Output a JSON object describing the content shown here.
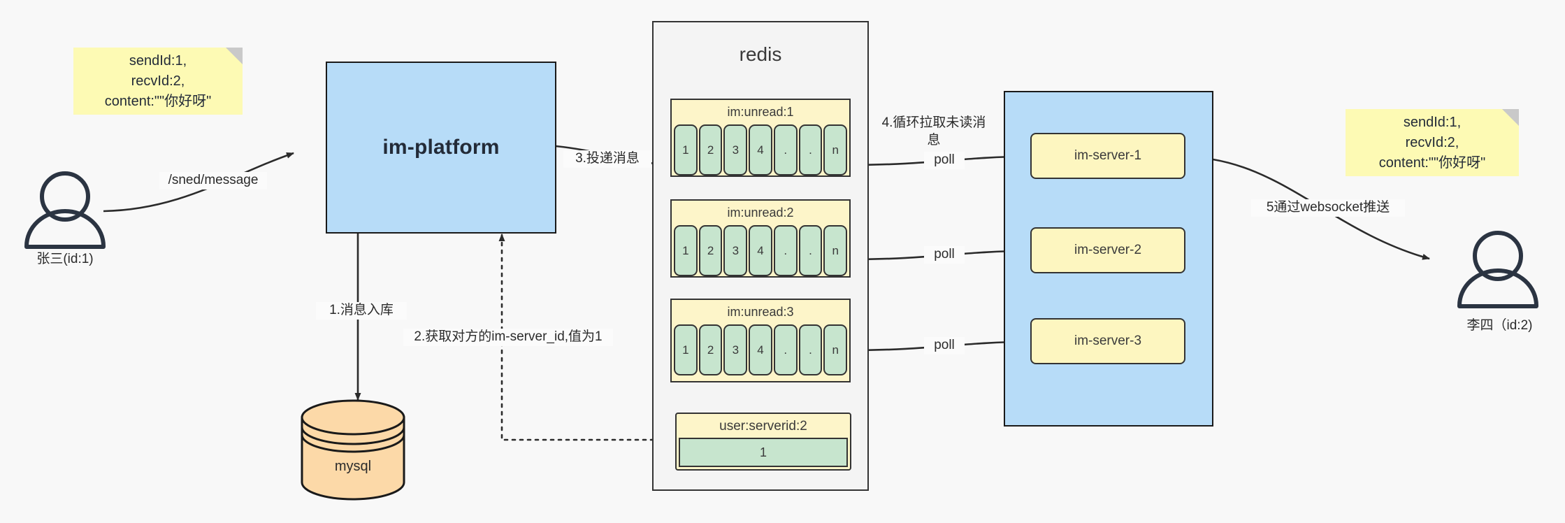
{
  "diagram": {
    "title": "IM message delivery architecture",
    "background": "#f8f8f8"
  },
  "colors": {
    "note_yellow": "#fdfab4",
    "box_blue": "#b7dcf8",
    "queue_yellow": "#fdf5c9",
    "cell_green": "#c7e5ce",
    "server_yellow": "#fdf6c0",
    "cylinder_orange": "#fcd9a8",
    "stroke": "#2b2b2b",
    "redis_bg": "#f4f4f4"
  },
  "notes": {
    "left": "sendId:1,\nrecvId:2,\ncontent:\"\"你好呀\"",
    "right": "sendId:1,\nrecvId:2,\ncontent:\"\"你好呀\""
  },
  "actors": {
    "sender": {
      "label": "张三(id:1)",
      "icon": "user-icon"
    },
    "receiver": {
      "label": "李四（id:2)",
      "icon": "user-icon"
    }
  },
  "nodes": {
    "platform": {
      "label": "im-platform"
    },
    "mysql": {
      "label": "mysql"
    },
    "redis": {
      "label": "redis"
    },
    "server_group": {
      "servers": [
        {
          "label": "im-server-1"
        },
        {
          "label": "im-server-2"
        },
        {
          "label": "im-server-3"
        }
      ]
    }
  },
  "redis_keys": {
    "queues": [
      {
        "title": "im:unread:1",
        "cells": [
          "1",
          "2",
          "3",
          "4",
          ".",
          ".",
          "n"
        ]
      },
      {
        "title": "im:unread:2",
        "cells": [
          "1",
          "2",
          "3",
          "4",
          ".",
          ".",
          "n"
        ]
      },
      {
        "title": "im:unread:3",
        "cells": [
          "1",
          "2",
          "3",
          "4",
          ".",
          ".",
          "n"
        ]
      }
    ],
    "kv": {
      "title": "user:serverid:2",
      "value": "1"
    }
  },
  "edges": {
    "send_message": "/sned/message",
    "step1": "1.消息入库",
    "step2": "2.获取对方的im-server_id,值为1",
    "step3": "3.投递消息",
    "step4": "4.循环拉取未读消\n息",
    "step5": "5通过websocket推送",
    "poll1": "poll",
    "poll2": "poll",
    "poll3": "poll"
  }
}
